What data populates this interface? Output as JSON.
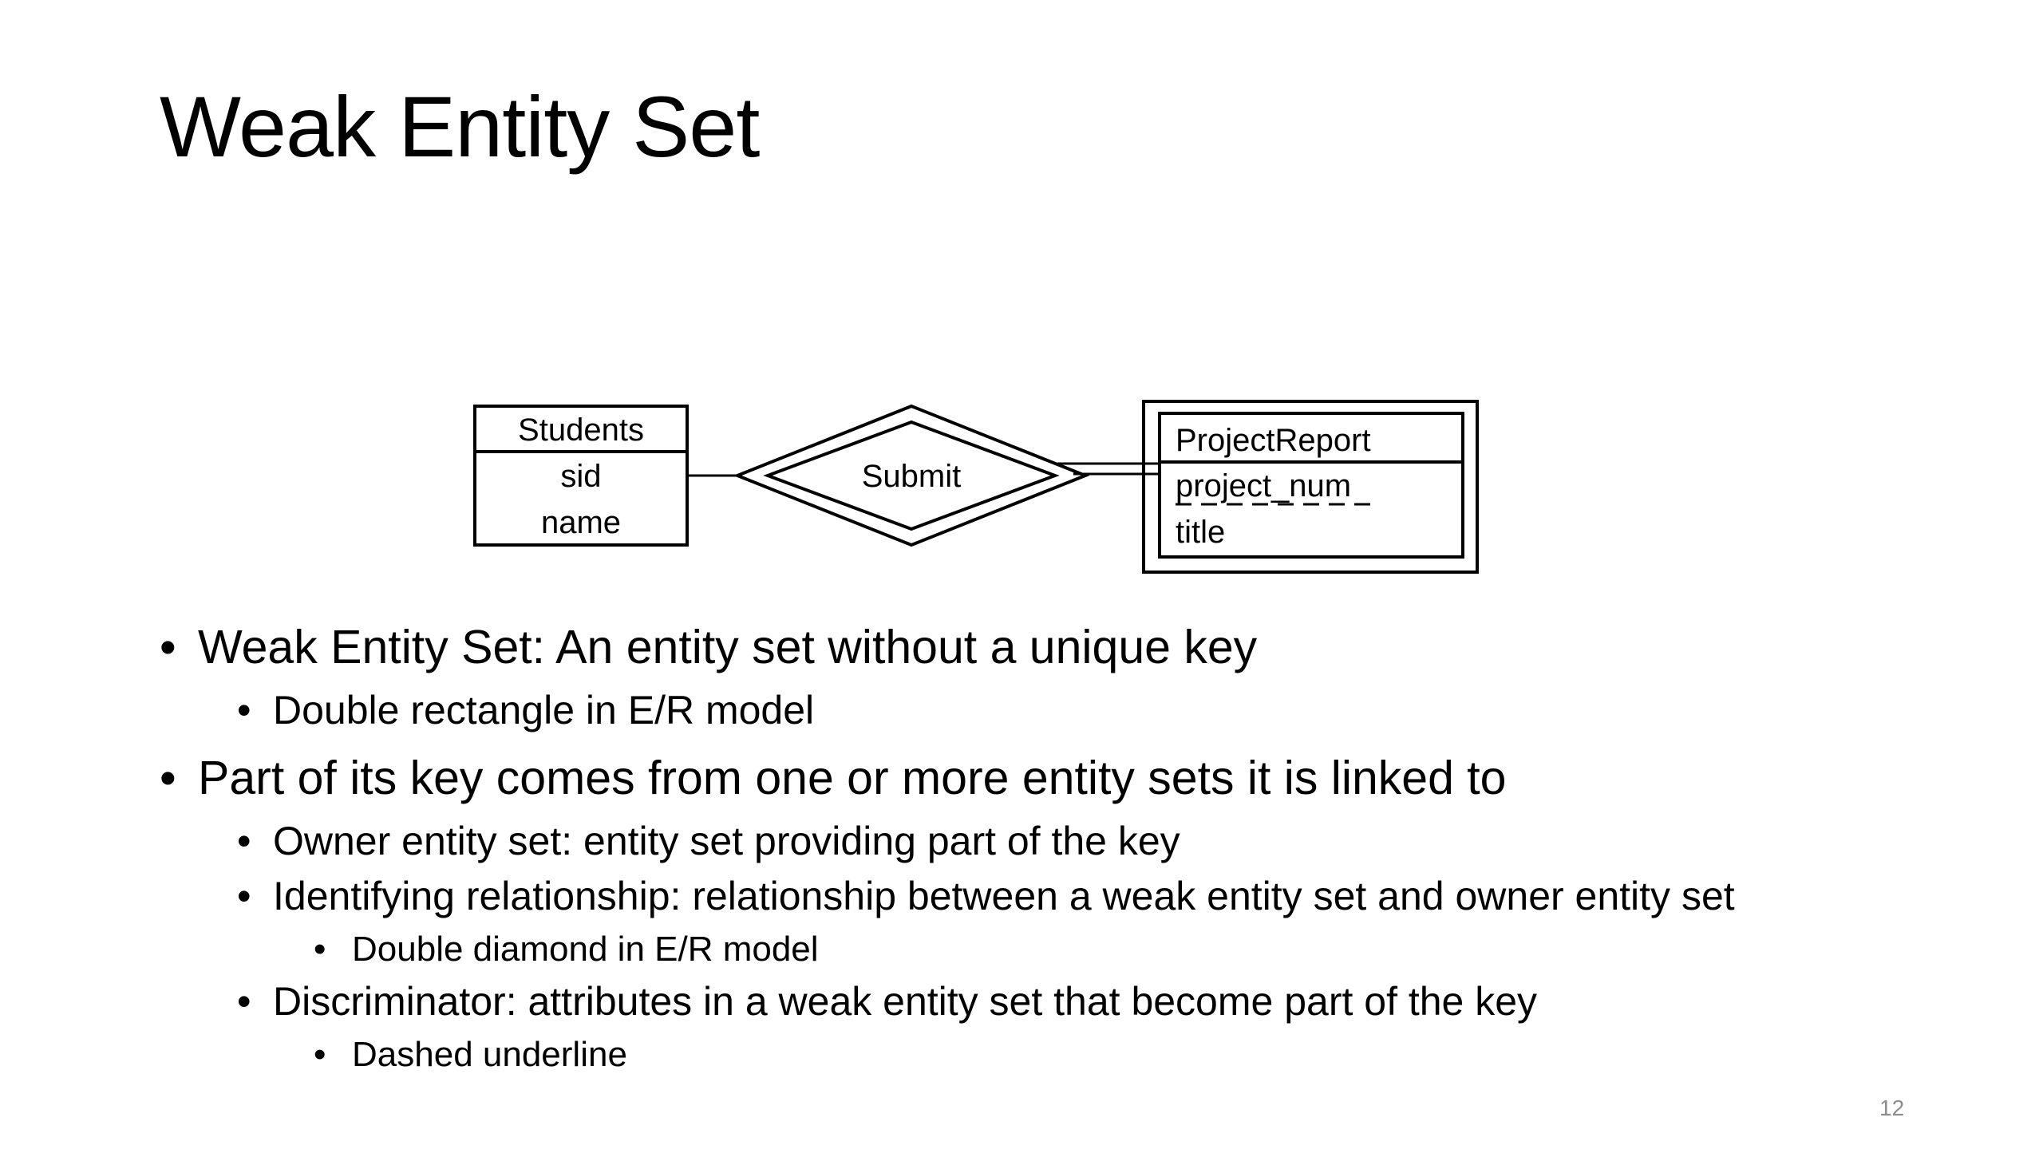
{
  "slide": {
    "title": "Weak Entity Set",
    "page_number": "12"
  },
  "diagram": {
    "strong_entity": {
      "name": "Students",
      "attributes": [
        "sid",
        "name"
      ]
    },
    "relationship": {
      "name": "Submit"
    },
    "weak_entity": {
      "name": "ProjectReport",
      "discriminator": "project_num",
      "attributes": [
        "title"
      ]
    }
  },
  "bullets": [
    {
      "level": 1,
      "marker": "•",
      "text": "Weak Entity Set: An entity set without a unique key"
    },
    {
      "level": 2,
      "marker": "•",
      "text": "Double rectangle in E/R model"
    },
    {
      "level": 1,
      "marker": "•",
      "text": "Part of its key comes from one or more entity sets it is linked to"
    },
    {
      "level": 2,
      "marker": "•",
      "text": "Owner entity set: entity set providing part of the key"
    },
    {
      "level": 2,
      "marker": "•",
      "text": "Identifying relationship: relationship between a weak entity set and owner entity set"
    },
    {
      "level": 3,
      "marker": "•",
      "text": "Double diamond in E/R model"
    },
    {
      "level": 2,
      "marker": "•",
      "text": "Discriminator: attributes in a weak entity set that become part of the key"
    },
    {
      "level": 3,
      "marker": "•",
      "text": "Dashed underline"
    }
  ]
}
